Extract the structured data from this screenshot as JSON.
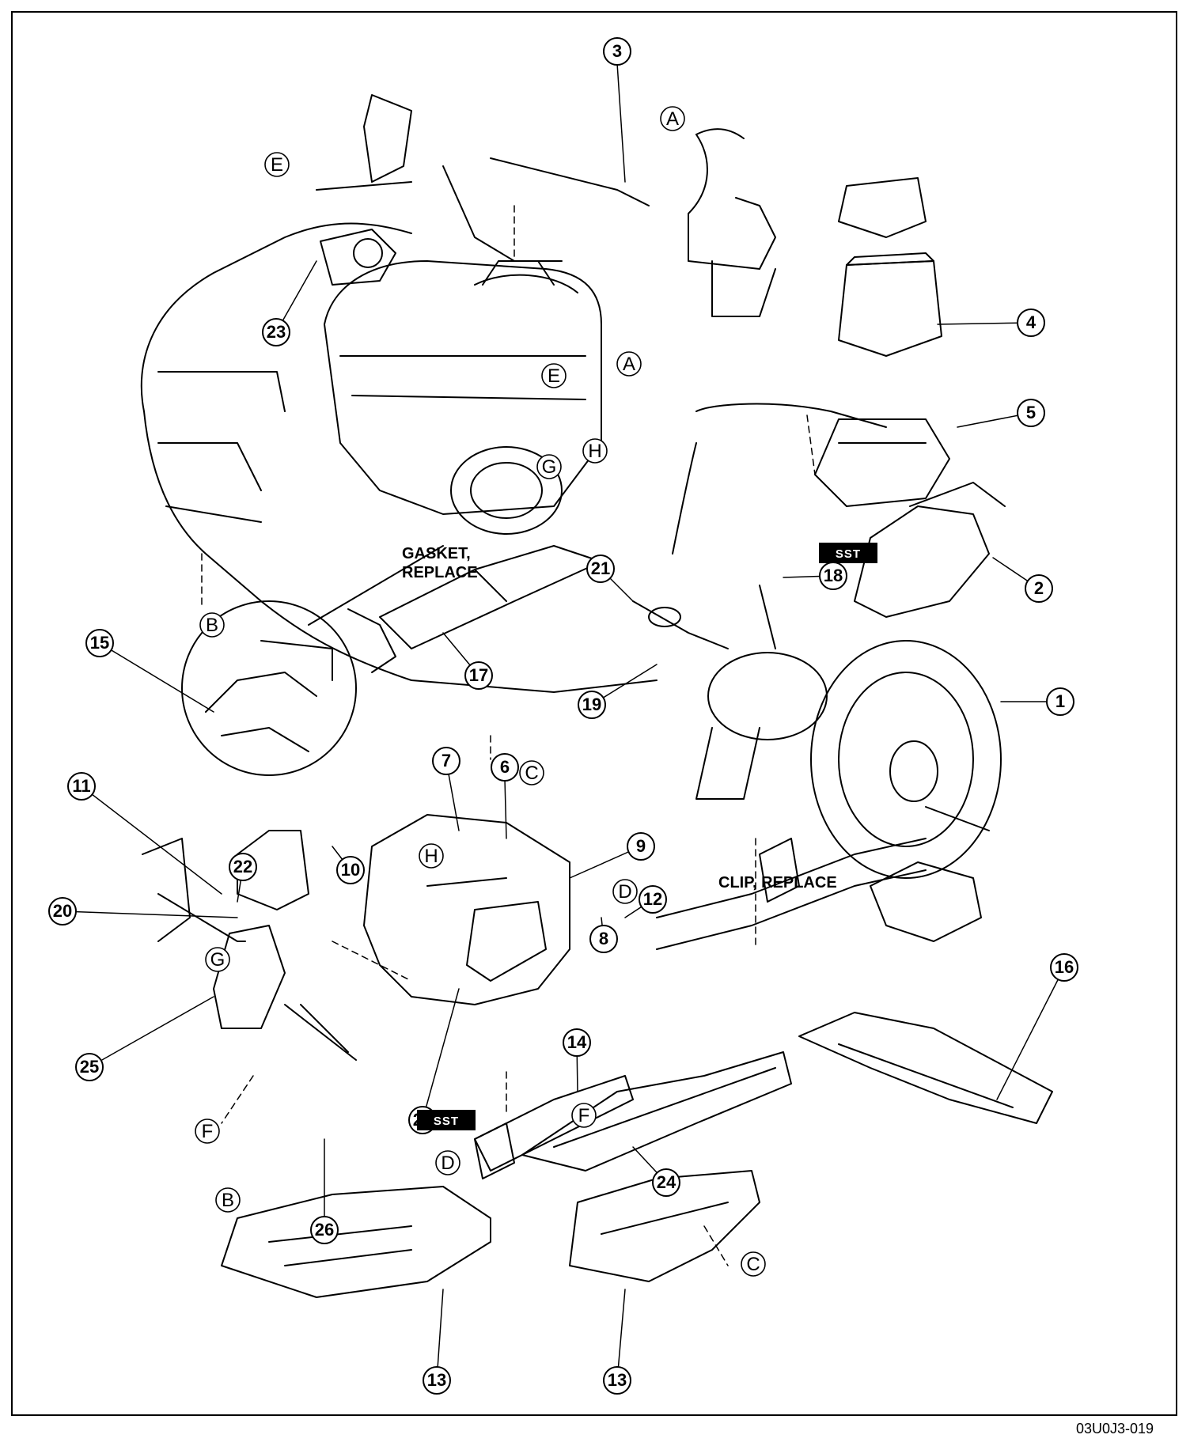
{
  "callouts": [
    "1",
    "2",
    "3",
    "4",
    "5",
    "6",
    "7",
    "8",
    "9",
    "10",
    "11",
    "12",
    "13",
    "14",
    "15",
    "16",
    "17",
    "18",
    "19",
    "20",
    "21",
    "22",
    "23",
    "24",
    "25",
    "26",
    "27"
  ],
  "letters": [
    "A",
    "B",
    "C",
    "D",
    "E",
    "F",
    "G",
    "H"
  ],
  "labels": {
    "gasket_line1": "GASKET,",
    "gasket_line2": "REPLACE",
    "clip": "CLIP, REPLACE",
    "sst": "SST"
  },
  "figure_code": "03U0J3-019"
}
